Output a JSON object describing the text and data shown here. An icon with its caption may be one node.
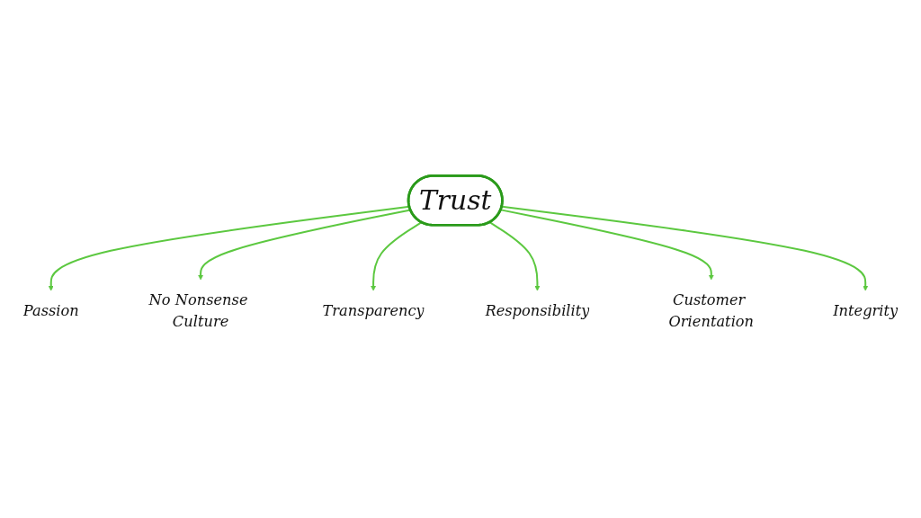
{
  "diagram": {
    "nodes": [
      {
        "text": [
          "Passion"
        ]
      },
      {
        "text": [
          "No Nonsense Culture"
        ]
      },
      {
        "text": [
          "Transparency"
        ]
      },
      {
        "text": [
          "Trust"
        ]
      },
      {
        "text": [
          "Responsibility"
        ]
      },
      {
        "text": [
          "Customer Orientation"
        ]
      },
      {
        "text": [
          "Integrity"
        ]
      }
    ],
    "edges": [
      {
        "from": 3,
        "to": 0,
        "arrow": "to"
      },
      {
        "from": 3,
        "to": 1,
        "arrow": "to"
      },
      {
        "from": 3,
        "to": 2,
        "arrow": "to"
      },
      {
        "from": 3,
        "to": 4,
        "arrow": "to"
      },
      {
        "from": 3,
        "to": 5,
        "arrow": "to"
      },
      {
        "from": 3,
        "to": 6,
        "arrow": "to"
      }
    ]
  }
}
